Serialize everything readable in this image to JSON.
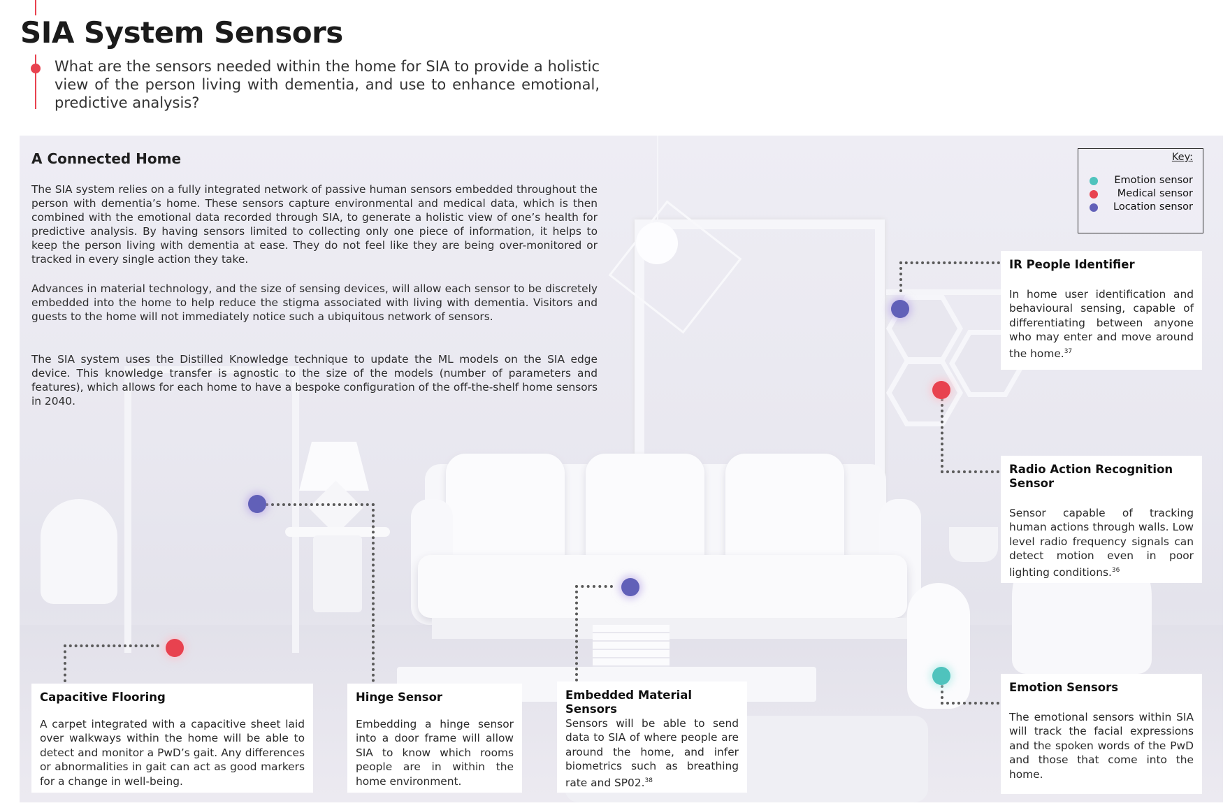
{
  "page": {
    "title": "SIA System Sensors",
    "question": "What are the sensors needed within the home for SIA to provide a holistic view of the person living with dementia, and use to enhance emotional, predictive analysis?"
  },
  "intro": {
    "heading": "A Connected Home",
    "paragraphs": [
      "The SIA system relies on a fully integrated network of passive human sensors embedded throughout the person with dementia’s home. These sensors capture environmental and medical data, which is then combined with the emotional data recorded through SIA, to generate a holistic view of one’s health for predictive analysis. By having sensors limited to collecting only one piece of information, it helps to keep the person living with dementia at ease. They do not feel like they are being over-monitored or tracked in every single action they take.",
      "Advances in material technology, and the size of sensing devices, will allow each sensor to be discretely embedded into the home to help reduce the stigma associated with living with dementia. Visitors and guests to the home will not immediately notice such a ubiquitous network of sensors.",
      "The SIA system uses the Distilled Knowledge technique to update the ML models on the SIA edge device. This knowledge transfer is agnostic to the size of the models (number of parameters and features), which allows for each home to have a bespoke configuration of the off-the-shelf home sensors in 2040."
    ]
  },
  "key": {
    "title": "Key:",
    "items": [
      {
        "label": "Emotion sensor",
        "color": "#4fc3bd"
      },
      {
        "label": "Medical sensor",
        "color": "#e8424f"
      },
      {
        "label": "Location sensor",
        "color": "#6160b8"
      }
    ]
  },
  "sensors": {
    "ir": {
      "title": "IR People Identifier",
      "body": "In home user identification and behavioural sensing, capable of differentiating between anyone who may enter and move around the home.",
      "ref": "37",
      "type": "Location sensor"
    },
    "radio": {
      "title": "Radio Action Recognition Sensor",
      "body": "Sensor capable of tracking human actions through walls. Low level radio frequency signals can detect motion even in poor lighting conditions.",
      "ref": "36",
      "type": "Medical sensor"
    },
    "emotion": {
      "title": "Emotion Sensors",
      "body": "The emotional sensors within SIA will track the facial expressions and the spoken words of the PwD and those that come into the home.",
      "type": "Emotion sensor"
    },
    "capacitive": {
      "title": "Capacitive Flooring",
      "body": "A carpet integrated with a capacitive sheet laid over walkways within the home will be able to detect and monitor a PwD’s gait. Any differences or abnormalities in gait can act as good markers for a change in well-being.",
      "type": "Medical sensor"
    },
    "hinge": {
      "title": "Hinge Sensor",
      "body": "Embedding a hinge sensor into a door frame will allow SIA to know which rooms people are in within the home environment.",
      "type": "Location sensor"
    },
    "embedded": {
      "title": "Embedded Material Sensors",
      "body": "Sensors will be able to send data to SIA of where people are around the home, and infer biometrics such as breathing rate and SP02.",
      "ref": "38",
      "type": "Location sensor"
    }
  }
}
